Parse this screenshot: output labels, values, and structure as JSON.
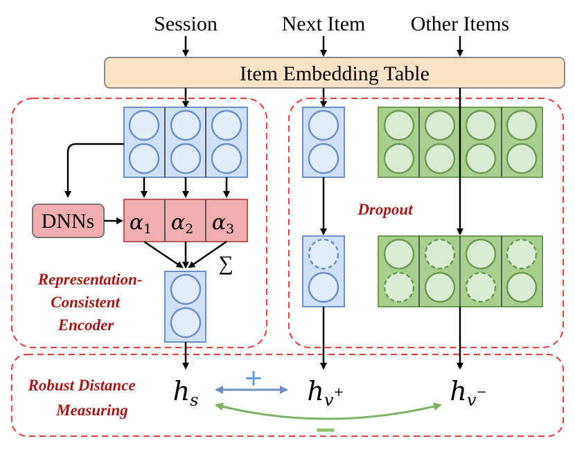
{
  "inputs": {
    "session": "Session",
    "next_item": "Next Item",
    "other_items": "Other Items"
  },
  "embedding_table": {
    "label": "Item Embedding Table"
  },
  "encoder": {
    "dnns_label": "DNNs",
    "alpha_base": "α",
    "alpha_subs": [
      "1",
      "2",
      "3"
    ],
    "sum_symbol": "∑",
    "title_lines": [
      "Representation-",
      "Consistent",
      "Encoder"
    ]
  },
  "dropout": {
    "label": "Dropout"
  },
  "distance": {
    "title_lines": [
      "Robust Distance",
      "Measuring"
    ],
    "hs_base": "h",
    "hs_sub": "s",
    "hpos_base": "h",
    "hpos_sub": "v",
    "hpos_sup": "+",
    "hneg_base": "h",
    "hneg_sub": "v",
    "hneg_sup": "−",
    "plus_sign": "+",
    "minus_sign": "−"
  },
  "colors": {
    "blue_fill": "#cfe0f8",
    "blue_stroke": "#6d8fc7",
    "circle_fill": "#e3ecfb",
    "green_fill": "#a9cf8c",
    "green_stroke": "#6f9a55",
    "green_circle": "#d9ebd0",
    "red_fill": "#f1aeb0",
    "red_stroke": "#b75a5c",
    "table_fill": "#fbe3c7",
    "table_stroke": "#8a8a8a",
    "dashed_red": "#e04848",
    "blue_arrow": "#6e8ec0",
    "green_arrow": "#7fb068"
  }
}
